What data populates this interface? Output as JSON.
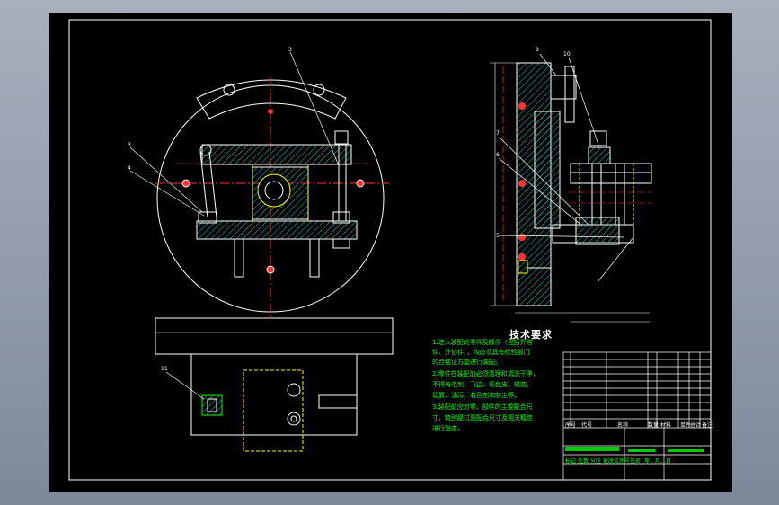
{
  "drawing": {
    "sheet_background": "#000000",
    "line_color": "#ffffff",
    "hatch_color": "#00ffff",
    "center_line_color": "#ff0000",
    "hidden_line_color": "#ffff00",
    "annotation_color": "#00ff00",
    "leader_color": "#ffffff",
    "part_balloons": [
      "3",
      "3",
      "4",
      "11",
      "8",
      "10",
      "7",
      "6",
      "5"
    ]
  },
  "technical_requirements": {
    "title": "技术要求",
    "lines": [
      "1.进入装配的零件及部件（包括外购",
      "件、外协件），均必须具有检验部门",
      "的合格证方能进行装配。",
      "2.零件在装配前必须清理和清洗干净，",
      "不得有毛刺、飞边、氧化皮、锈蚀、",
      "切屑、油污、着色剂和灰尘等。",
      "3.装配前应对零、部件的主要配合尺",
      "寸，特别是过盈配合尺寸及相关精度",
      "进行复查。"
    ]
  },
  "title_block": {
    "header_labels": [
      "序号",
      "代号",
      "名称",
      "数量",
      "材料",
      "单件",
      "总计",
      "备注"
    ],
    "footer_labels": [
      "标记",
      "处数",
      "分区",
      "更改文件号",
      "签名",
      "年、月、日"
    ]
  }
}
